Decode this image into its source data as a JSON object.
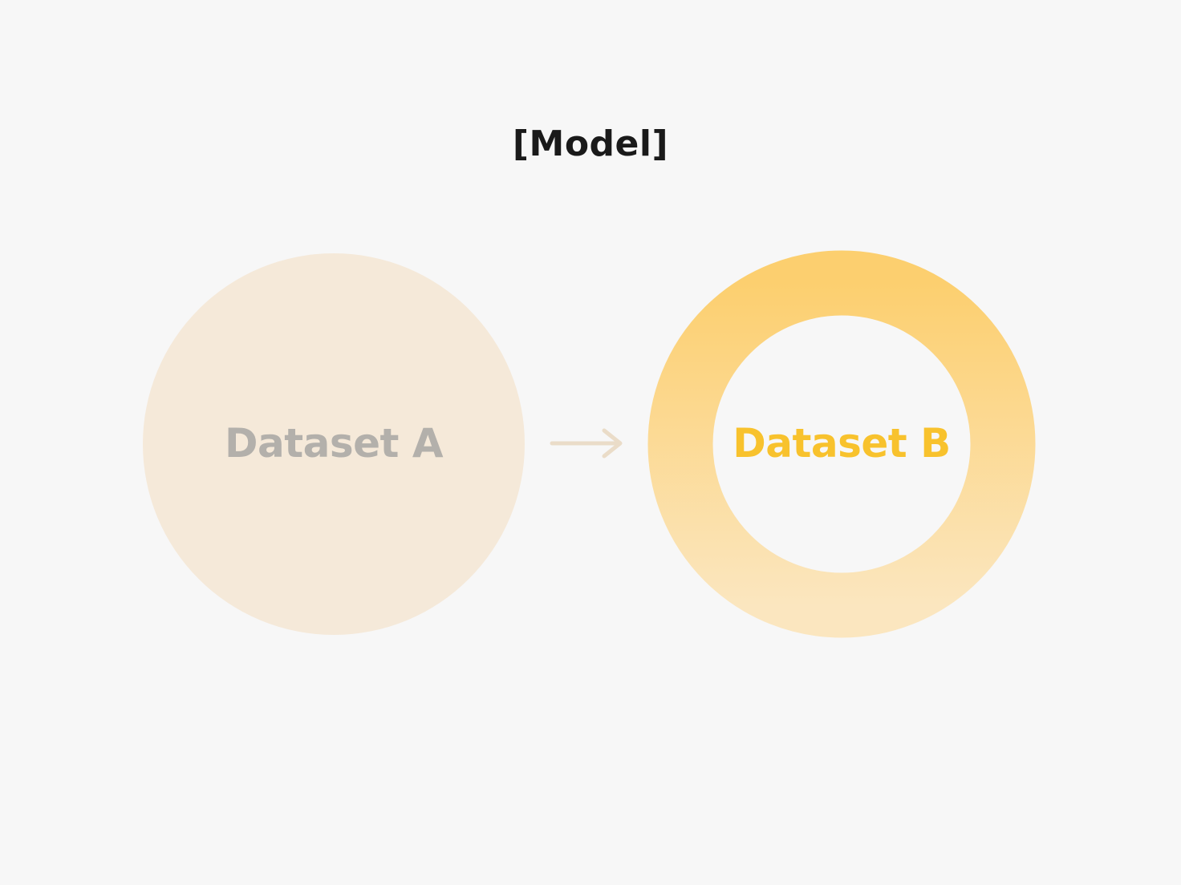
{
  "diagram": {
    "title": "[Model]",
    "nodes": [
      {
        "id": "dataset-a",
        "label": "Dataset A",
        "style": "filled-faded"
      },
      {
        "id": "dataset-b",
        "label": "Dataset B",
        "style": "ring-highlighted"
      }
    ],
    "edges": [
      {
        "from": "dataset-a",
        "to": "dataset-b",
        "style": "arrow-faded"
      }
    ]
  },
  "colors": {
    "background": "#f7f7f7",
    "title": "#1a1a1a",
    "dataset_a_fill": "#f5e9d9",
    "dataset_a_text": "#b3b0ab",
    "dataset_b_ring_top": "#fccf6f",
    "dataset_b_ring_bottom": "#fbe6bf",
    "dataset_b_text": "#f8c22d",
    "arrow": "#eadcc8"
  }
}
